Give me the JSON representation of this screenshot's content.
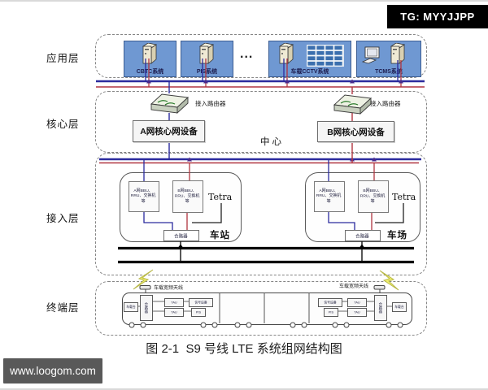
{
  "badge": {
    "text": "TG: MYYJJPP"
  },
  "watermark": {
    "text": "www.loogom.com"
  },
  "caption": "图 2-1  S9 号线 LTE 系统组网结构图",
  "colors": {
    "bus_blue": "#2b2b9e",
    "bus_red": "#b03540",
    "app_box_bg": "#6f98d2",
    "layer_border": "#858585",
    "badge_bg": "#000000",
    "watermark_bg": "#595959",
    "lightning_yellow": "#f0f06e"
  },
  "layers": {
    "application": {
      "label": "应用层",
      "ellipsis": "...",
      "systems": [
        {
          "name": "CBTC系统"
        },
        {
          "name": "PIS系统"
        },
        {
          "name": "车载CCTV系统"
        },
        {
          "name": "TCMS系统"
        }
      ]
    },
    "core": {
      "label": "核心层",
      "router_a_label": "接入路由器",
      "router_b_label": "接入路由器",
      "equipment_a": "A网核心网设备",
      "equipment_b": "B网核心网设备",
      "center_label": "中心"
    },
    "access": {
      "label": "接入层",
      "sites": [
        {
          "name": "车站",
          "bbu_a": "A网BBU、RRU、交换机等",
          "bbu_b": "B网BBU、RRU、交换机等",
          "radio": "Tetra",
          "combiner": "合路器"
        },
        {
          "name": "车场",
          "bbu_a": "A网BBU、RRU、交换机等",
          "bbu_b": "B网BBU、RRU、交换机等",
          "radio": "Tetra",
          "combiner": "合路器"
        }
      ]
    },
    "terminal": {
      "label": "终端层",
      "antenna_label_left": "车载宽频天线",
      "antenna_label_right": "车载宽频天线",
      "train": {
        "left": {
          "radio": "车载台",
          "combiner": "合路器",
          "tau1": "TAU",
          "tau2": "TAU",
          "signal": "信号设备",
          "pis": "PIS"
        },
        "right": {
          "radio": "车载台",
          "combiner": "合路器",
          "tau1": "TAU",
          "tau2": "TAU",
          "signal": "信号设备",
          "pis": "PIS"
        }
      }
    }
  }
}
